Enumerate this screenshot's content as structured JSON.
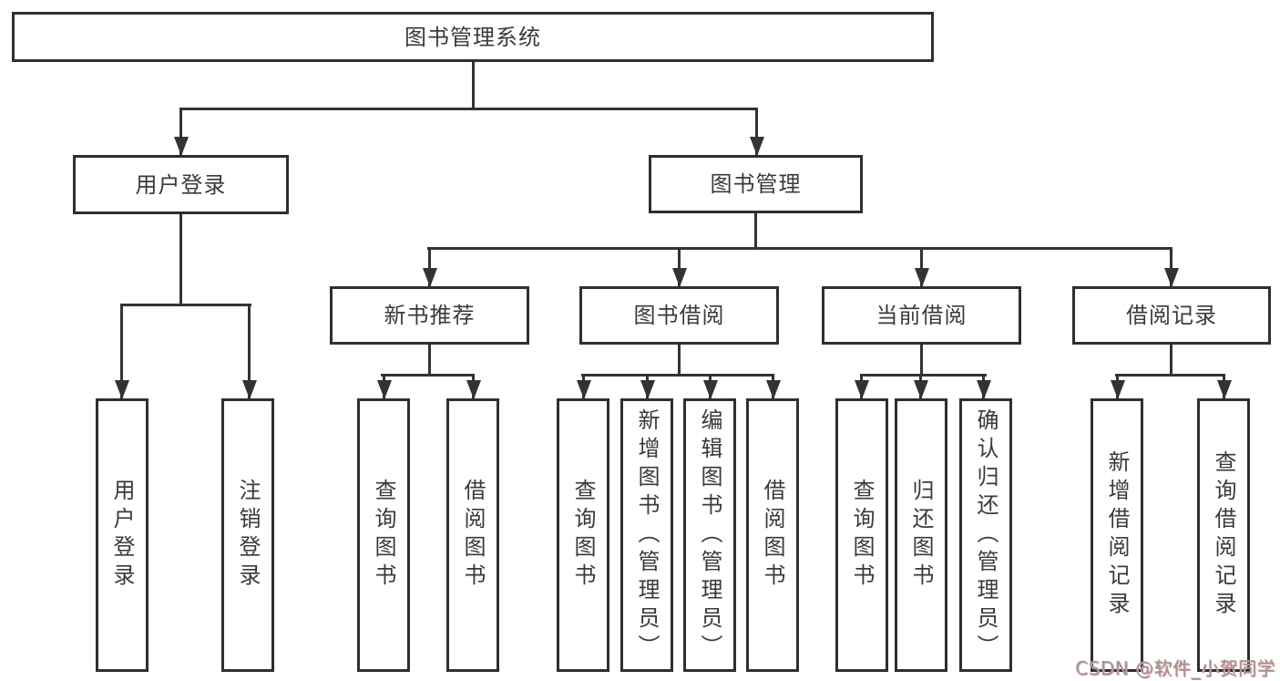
{
  "diagram": {
    "root": {
      "label": "图书管理系统"
    },
    "level2": [
      {
        "id": "user-login",
        "label": "用户登录"
      },
      {
        "id": "book-management",
        "label": "图书管理"
      }
    ],
    "level3": [
      {
        "id": "new-book-recommend",
        "label": "新书推荐"
      },
      {
        "id": "book-borrowing",
        "label": "图书借阅"
      },
      {
        "id": "current-borrowing",
        "label": "当前借阅"
      },
      {
        "id": "borrowing-records",
        "label": "借阅记录"
      }
    ],
    "leaves": [
      {
        "id": "user-login-action",
        "label": "用户登录"
      },
      {
        "id": "logout-action",
        "label": "注销登录"
      },
      {
        "id": "query-books-recommend",
        "label": "查询图书"
      },
      {
        "id": "borrow-books-recommend",
        "label": "借阅图书"
      },
      {
        "id": "query-books-borrowing",
        "label": "查询图书"
      },
      {
        "id": "add-books-admin",
        "label": "新增图书（管理员）"
      },
      {
        "id": "edit-books-admin",
        "label": "编辑图书（管理员）"
      },
      {
        "id": "borrow-books-borrowing",
        "label": "借阅图书"
      },
      {
        "id": "query-books-current",
        "label": "查询图书"
      },
      {
        "id": "return-books",
        "label": "归还图书"
      },
      {
        "id": "confirm-return-admin",
        "label": "确认归还（管理员）"
      },
      {
        "id": "add-borrow-record",
        "label": "新增借阅记录"
      },
      {
        "id": "query-borrow-record",
        "label": "查询借阅记录"
      }
    ]
  },
  "watermark": {
    "text": "CSDN @软件_小贺同学"
  },
  "colors": {
    "line": "#333333",
    "box_border": "#2f2f2f",
    "text": "#3a3a3a",
    "background": "#ffffff",
    "watermark": "#9b9b9b",
    "watermark_shadow": "#e08c8c"
  }
}
